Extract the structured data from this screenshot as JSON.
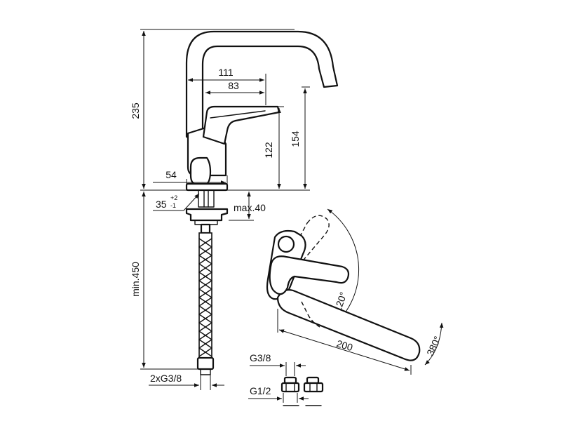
{
  "dimensions": {
    "total_height": "235",
    "d111": "111",
    "d83": "83",
    "d122": "122",
    "d154": "154",
    "d54": "54",
    "d35": "35",
    "tol_plus": "+2",
    "tol_minus": "-1",
    "max40": "max.40",
    "min450": "min.450",
    "thread_hose": "2xG3/8",
    "g38": "G3/8",
    "g12": "G1/2",
    "d200": "200",
    "angle120": "120°",
    "angle380": "380°"
  }
}
